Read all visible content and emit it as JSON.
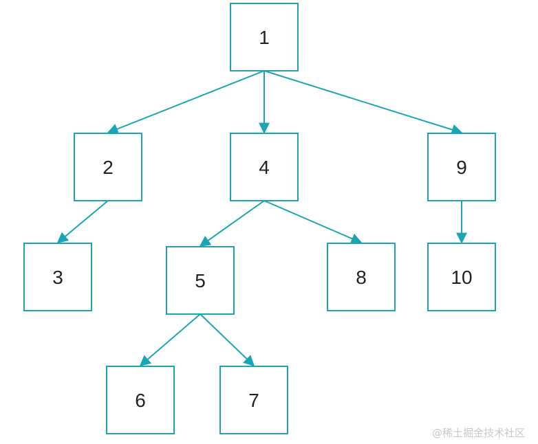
{
  "diagram": {
    "edge_color": "#1aa5b5",
    "nodes": [
      {
        "id": "1",
        "label": "1"
      },
      {
        "id": "2",
        "label": "2"
      },
      {
        "id": "4",
        "label": "4"
      },
      {
        "id": "9",
        "label": "9"
      },
      {
        "id": "3",
        "label": "3"
      },
      {
        "id": "5",
        "label": "5"
      },
      {
        "id": "8",
        "label": "8"
      },
      {
        "id": "10",
        "label": "10"
      },
      {
        "id": "6",
        "label": "6"
      },
      {
        "id": "7",
        "label": "7"
      }
    ],
    "edges": [
      {
        "from": "1",
        "to": "2"
      },
      {
        "from": "1",
        "to": "4"
      },
      {
        "from": "1",
        "to": "9"
      },
      {
        "from": "2",
        "to": "3"
      },
      {
        "from": "4",
        "to": "5"
      },
      {
        "from": "4",
        "to": "8"
      },
      {
        "from": "9",
        "to": "10"
      },
      {
        "from": "5",
        "to": "6"
      },
      {
        "from": "5",
        "to": "7"
      }
    ]
  },
  "watermark": "@稀土掘金技术社区"
}
